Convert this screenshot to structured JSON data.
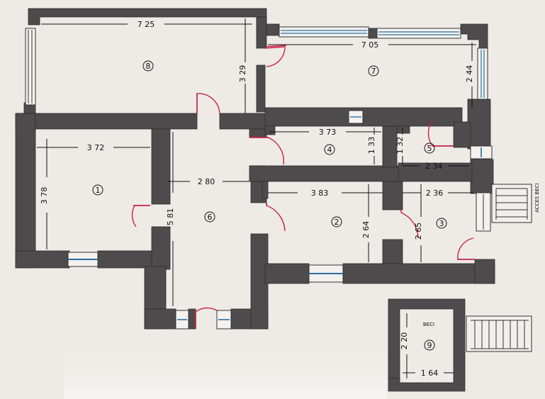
{
  "rooms": [
    {
      "id": "1",
      "label": "1"
    },
    {
      "id": "2",
      "label": "2"
    },
    {
      "id": "3",
      "label": "3"
    },
    {
      "id": "4",
      "label": "4"
    },
    {
      "id": "5",
      "label": "5"
    },
    {
      "id": "6",
      "label": "6"
    },
    {
      "id": "7",
      "label": "7"
    },
    {
      "id": "8",
      "label": "8"
    },
    {
      "id": "9",
      "label": "9"
    }
  ],
  "dimensions": {
    "room8_width": "7 25",
    "room8_height": "3 29",
    "room7_width": "7 05",
    "room7_height": "2 44",
    "room1_width": "3 72",
    "room1_height": "3 78",
    "room6_width": "2 80",
    "room6_height": "5 81",
    "room4_width": "3 73",
    "room4_height": "1 33",
    "room5_width": "2 34",
    "room5_height": "1 32",
    "room2_width": "3 83",
    "room2_height": "2 64",
    "room3_width": "2 36",
    "room3_height": "2 65",
    "room9_width": "1 64",
    "room9_height": "2 20"
  },
  "labels": {
    "basement": "BECI",
    "basement_access": "ACCES BECI"
  },
  "colors": {
    "wall": "#4d4b4b",
    "door": "#c8224a",
    "window": "#2a6fa3",
    "paper": "#eeeae6"
  }
}
